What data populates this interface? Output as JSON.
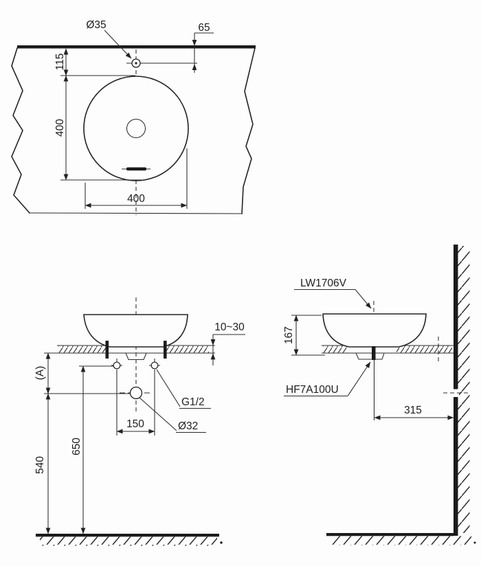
{
  "drawing": {
    "top_view": {
      "faucet_hole_dia": "Ø35",
      "edge_to_faucet": "65",
      "edge_to_basin": "115",
      "basin_depth": "400",
      "basin_width": "400"
    },
    "front_view": {
      "counter_thickness": "10~30",
      "ref_height": "(A)",
      "supply_spacing": "150",
      "supply_thread": "G1/2",
      "drain_dia": "Ø32",
      "supply_height": "650",
      "drain_height": "540"
    },
    "side_view": {
      "model": "LW1706V",
      "basin_height": "167",
      "drain_fitting": "HF7A100U",
      "drain_to_wall": "315"
    }
  }
}
